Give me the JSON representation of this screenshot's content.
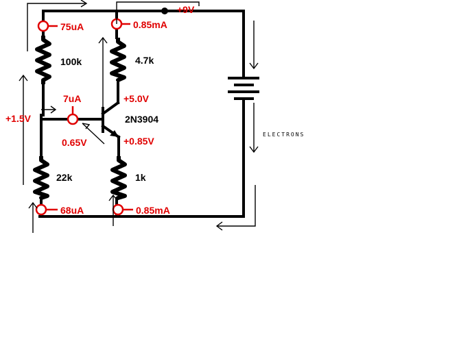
{
  "supply": {
    "label": "+9V"
  },
  "meters": {
    "top_left": "75uA",
    "top_right": "0.85mA",
    "base": "7uA",
    "bottom_left": "68uA",
    "bottom_right": "0.85mA"
  },
  "resistors": {
    "top_left": "100k",
    "top_right": "4.7k",
    "bottom_left": "22k",
    "bottom_right": "1k"
  },
  "voltages": {
    "collector": "+5.0V",
    "base_node": "+1.5V",
    "vbe": "0.65V",
    "emitter": "+0.85V"
  },
  "transistor": {
    "label": "2N3904"
  },
  "annotation": {
    "electrons": "ELECTRONS"
  },
  "colors": {
    "wire": "#000000",
    "annotation": "#e00000",
    "background": "#ffffff"
  }
}
